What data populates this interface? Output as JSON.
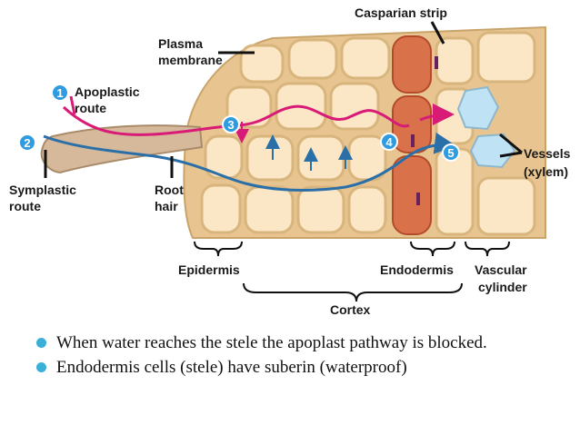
{
  "diagram": {
    "labels": {
      "casparian_strip": "Casparian strip",
      "plasma_membrane_1": "Plasma",
      "plasma_membrane_2": "membrane",
      "apoplastic_1": "Apoplastic",
      "apoplastic_2": "route",
      "symplastic_1": "Symplastic",
      "symplastic_2": "route",
      "root_hair_1": "Root",
      "root_hair_2": "hair",
      "vessels_1": "Vessels",
      "vessels_2": "(xylem)",
      "epidermis": "Epidermis",
      "endodermis": "Endodermis",
      "vascular_1": "Vascular",
      "vascular_2": "cylinder",
      "cortex": "Cortex"
    },
    "markers": [
      "1",
      "2",
      "3",
      "4",
      "5"
    ],
    "colors": {
      "apoplastic": "#d81b77",
      "symplastic": "#2b6fa8",
      "marker": "#2f9be0",
      "cell_wall": "#e6c48c",
      "cell_fill": "#fbe8c8",
      "endodermis": "#d9714a",
      "vessel": "#bfe3f5"
    }
  },
  "bullets": [
    "When water reaches the stele the apoplast pathway is blocked.",
    "Endodermis cells (stele) have suberin (waterproof)"
  ]
}
